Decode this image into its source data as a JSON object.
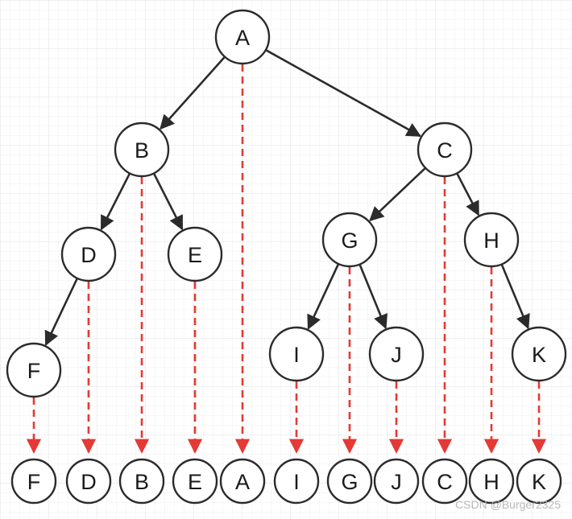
{
  "diagram": {
    "colors": {
      "background": "#ffffff",
      "grid": "#e9e9e9",
      "node_stroke": "#2b2b2b",
      "tree_edge": "#2b2b2b",
      "projection_edge": "#e53935"
    },
    "tree_nodes": [
      {
        "id": "A",
        "label": "A"
      },
      {
        "id": "B",
        "label": "B"
      },
      {
        "id": "C",
        "label": "C"
      },
      {
        "id": "D",
        "label": "D"
      },
      {
        "id": "E",
        "label": "E"
      },
      {
        "id": "G",
        "label": "G"
      },
      {
        "id": "H",
        "label": "H"
      },
      {
        "id": "F",
        "label": "F"
      },
      {
        "id": "I",
        "label": "I"
      },
      {
        "id": "J",
        "label": "J"
      },
      {
        "id": "K",
        "label": "K"
      }
    ],
    "tree_edges": [
      {
        "from": "A",
        "to": "B"
      },
      {
        "from": "A",
        "to": "C"
      },
      {
        "from": "B",
        "to": "D"
      },
      {
        "from": "B",
        "to": "E"
      },
      {
        "from": "D",
        "to": "F"
      },
      {
        "from": "C",
        "to": "G"
      },
      {
        "from": "C",
        "to": "H"
      },
      {
        "from": "G",
        "to": "I"
      },
      {
        "from": "G",
        "to": "J"
      },
      {
        "from": "H",
        "to": "K"
      }
    ],
    "inorder_sequence": [
      "F",
      "D",
      "B",
      "E",
      "A",
      "I",
      "G",
      "J",
      "C",
      "H",
      "K"
    ]
  },
  "watermark": "CSDN @Burger2325"
}
